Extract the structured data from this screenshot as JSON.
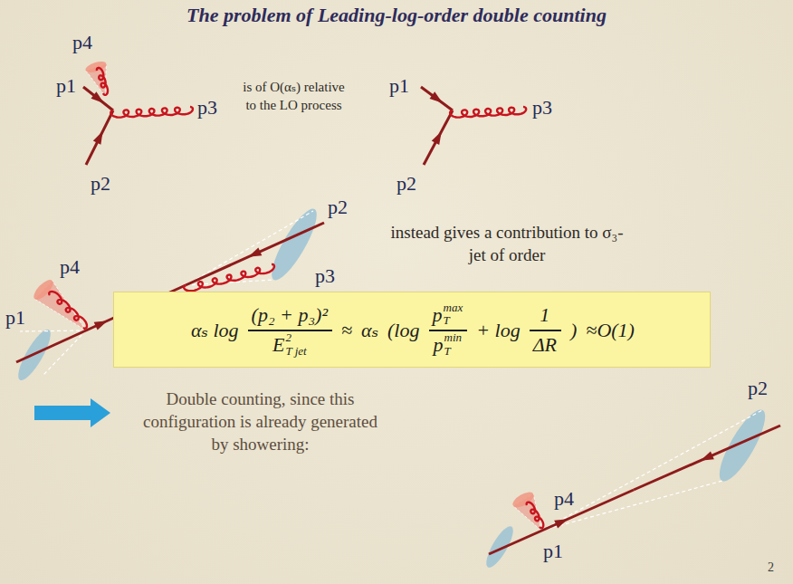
{
  "diagram": {
    "title": "The problem of Leading-log-order double counting",
    "nodes": [
      {
        "text": [
          "αₛ log",
          "(p₂ + p₃)²",
          "E",
          "2",
          "T jet",
          "≈",
          "αₛ",
          "(log",
          "p",
          "max",
          "T",
          "p",
          "min",
          "T",
          "+ log",
          "1",
          "ΔR",
          ")",
          "≈O(1)"
        ]
      }
    ],
    "labels": [
      "p4",
      "p1",
      "p3",
      "p2",
      "is of O(αₛ) relative to the LO process",
      "p1",
      "p3",
      "p2",
      "p2",
      "p4",
      "p3",
      "p1",
      "instead gives a contribution to σ₃-jet of order",
      "Double counting, since this configuration is already generated by showering:",
      "p4",
      "p2",
      "p1",
      "2"
    ]
  }
}
